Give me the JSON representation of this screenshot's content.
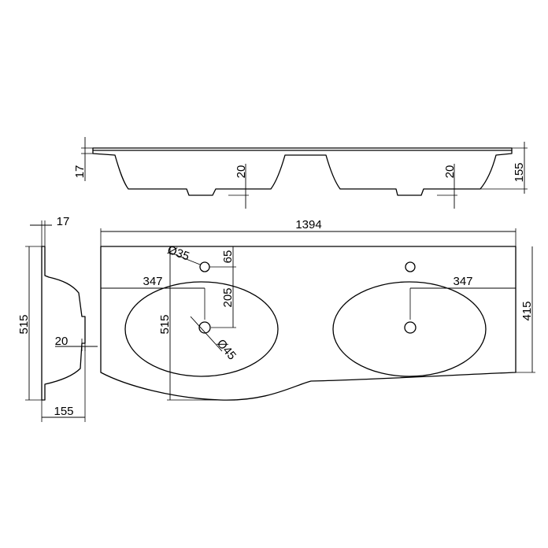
{
  "drawing": {
    "colors": {
      "line": "#000000",
      "background": "#ffffff"
    },
    "dimensions": {
      "top_thickness_front": "17",
      "top_height_front": "155",
      "basin_step_left": "20",
      "basin_step_right": "20",
      "side_thickness": "17",
      "side_height": "515",
      "side_step": "20",
      "side_depth": "155",
      "overall_width": "1394",
      "left_offset": "347",
      "right_offset": "347",
      "tap_hole_diameter": "Ø35",
      "tap_hole_to_edge": "65",
      "tap_to_drain": "205",
      "drain_diameter": "Ø45",
      "plan_depth": "515",
      "right_depth": "415"
    }
  }
}
